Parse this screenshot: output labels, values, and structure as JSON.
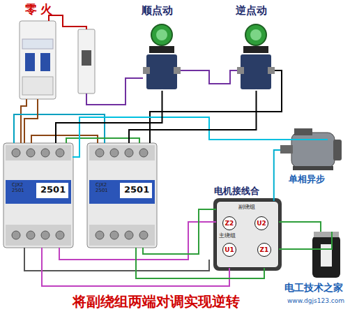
{
  "diagram": {
    "caption": "将副绕组两端对调实现逆转",
    "nodes": [
      {
        "text": [
          "零",
          "火"
        ]
      },
      {
        "text": [
          "顺点动"
        ]
      },
      {
        "text": [
          "逆点动"
        ]
      },
      {
        "text": [
          "CJX2 2501",
          "2501"
        ]
      },
      {
        "text": [
          "CJX2 2501",
          "2501"
        ]
      },
      {
        "text": [
          "单相异步"
        ]
      },
      {
        "text": [
          "电机接线合",
          "副绕组",
          "主绕组"
        ]
      },
      {
        "text": [
          "Z2"
        ],
        "in": 6
      },
      {
        "text": [
          "U2"
        ],
        "in": 6
      },
      {
        "text": [
          "U1"
        ],
        "in": 6
      },
      {
        "text": [
          "Z1"
        ],
        "in": 6
      }
    ],
    "edges": [
      {
        "from": 1,
        "to": 3,
        "arrow": "none"
      },
      {
        "from": 2,
        "to": 4,
        "arrow": "none"
      },
      {
        "from": 5,
        "to": 6,
        "arrow": "none"
      },
      {
        "from": 3,
        "to": 9,
        "arrow": "none"
      },
      {
        "from": 4,
        "to": 10,
        "arrow": "none"
      },
      {
        "from": 0,
        "to": 3,
        "arrow": "none"
      }
    ],
    "labels": [
      "电工技术之家",
      "www.dgjs123.com"
    ]
  }
}
